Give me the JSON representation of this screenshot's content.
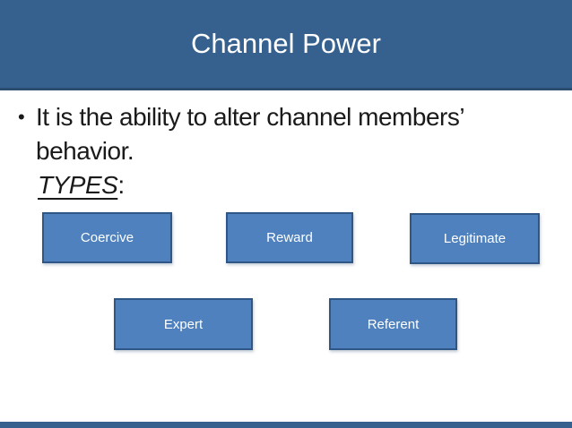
{
  "slide": {
    "title": "Channel Power",
    "bullet": {
      "glyph": "•",
      "line1": "It is the ability to alter channel members’",
      "line2": "behavior."
    },
    "types": {
      "word": "TYPES",
      "colon": ":"
    },
    "boxes": [
      {
        "label": "Coercive"
      },
      {
        "label": "Reward"
      },
      {
        "label": "Legitimate"
      },
      {
        "label": "Expert"
      },
      {
        "label": "Referent"
      }
    ],
    "colors": {
      "header_bg": "#36618E",
      "header_border": "#2B4D6F",
      "title_text": "#FFFFFF",
      "body_text": "#1A1A1A",
      "box_fill": "#4E81BD",
      "box_border": "#2E5787",
      "slide_bg": "#FFFFFF"
    }
  }
}
